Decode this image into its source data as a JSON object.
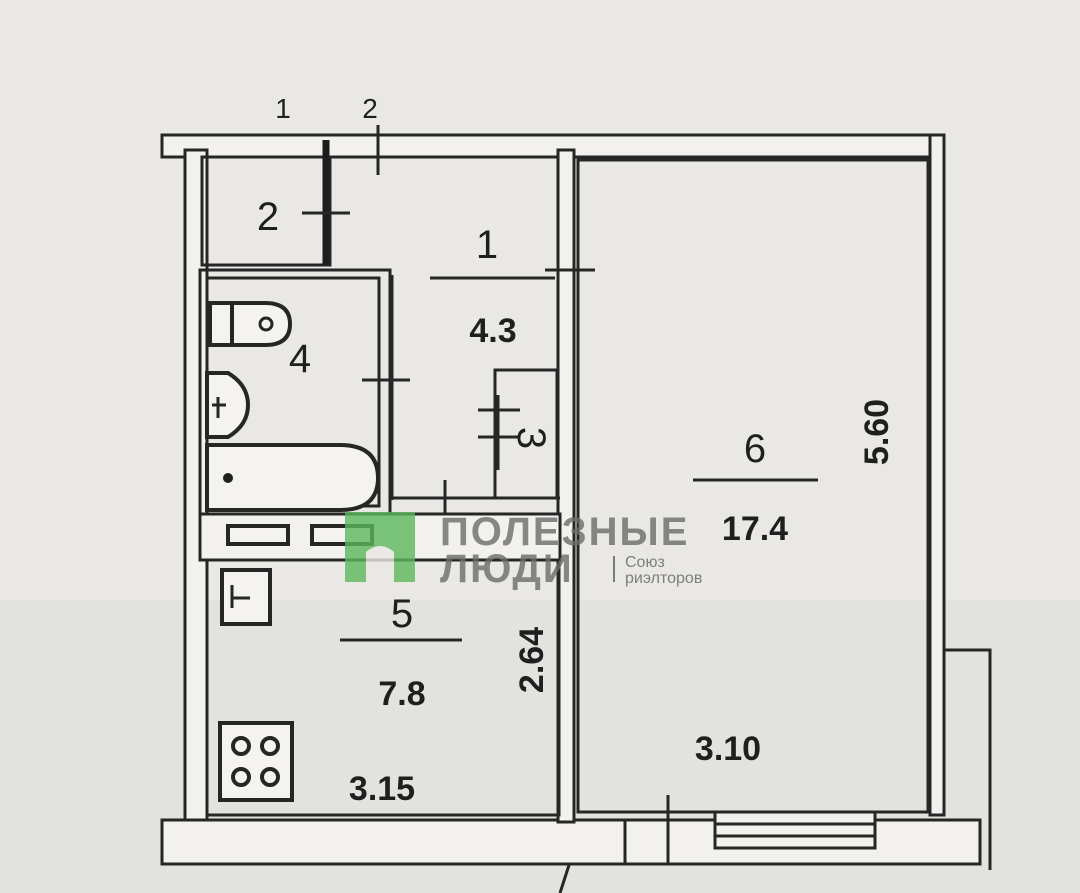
{
  "plan": {
    "top_marks": [
      "1",
      "2"
    ],
    "rooms": [
      {
        "id": "1",
        "number": "1",
        "area": "4.3"
      },
      {
        "id": "2",
        "number": "2"
      },
      {
        "id": "3",
        "number": "3"
      },
      {
        "id": "4",
        "number": "4"
      },
      {
        "id": "5",
        "number": "5",
        "area": "7.8"
      },
      {
        "id": "6",
        "number": "6",
        "area": "17.4"
      }
    ],
    "dimensions": {
      "room6_length": "5.60",
      "room6_width": "3.10",
      "room5_length": "2.64",
      "room5_width": "3.15"
    }
  },
  "watermark": {
    "line1": "ПОЛЕЗНЫЕ",
    "line2": "ЛЮДИ",
    "tag_line1": "Союз",
    "tag_line2": "риэлторов",
    "logo_color": "#5cb85c"
  }
}
